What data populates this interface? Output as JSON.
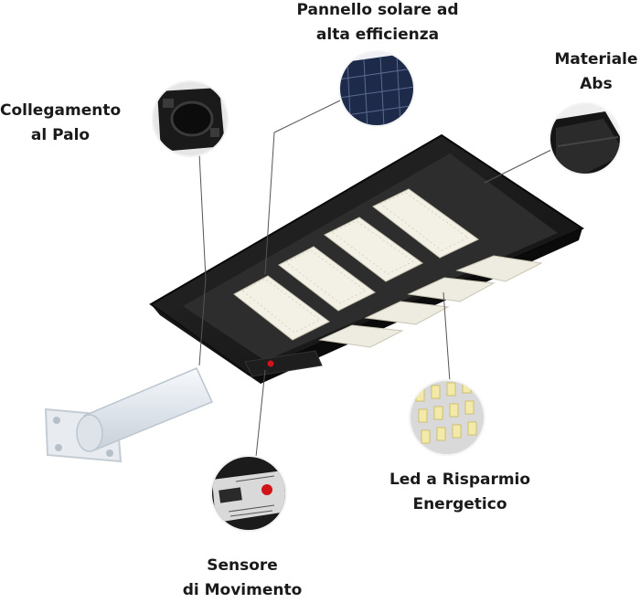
{
  "labels": {
    "panel": [
      "Pannello solare ad",
      "alta efficienza"
    ],
    "material": [
      "Materiale",
      "Abs"
    ],
    "pole": [
      "Collegamento",
      "al Palo"
    ],
    "led": [
      "Led a Risparmio",
      "Energetico"
    ],
    "sensor": [
      "Sensore",
      "di Movimento"
    ]
  },
  "colors": {
    "housing": "#1c1c1c",
    "led_panel": "#f3f1e6",
    "arm": "#e9eef3",
    "callout_line": "#555555"
  }
}
